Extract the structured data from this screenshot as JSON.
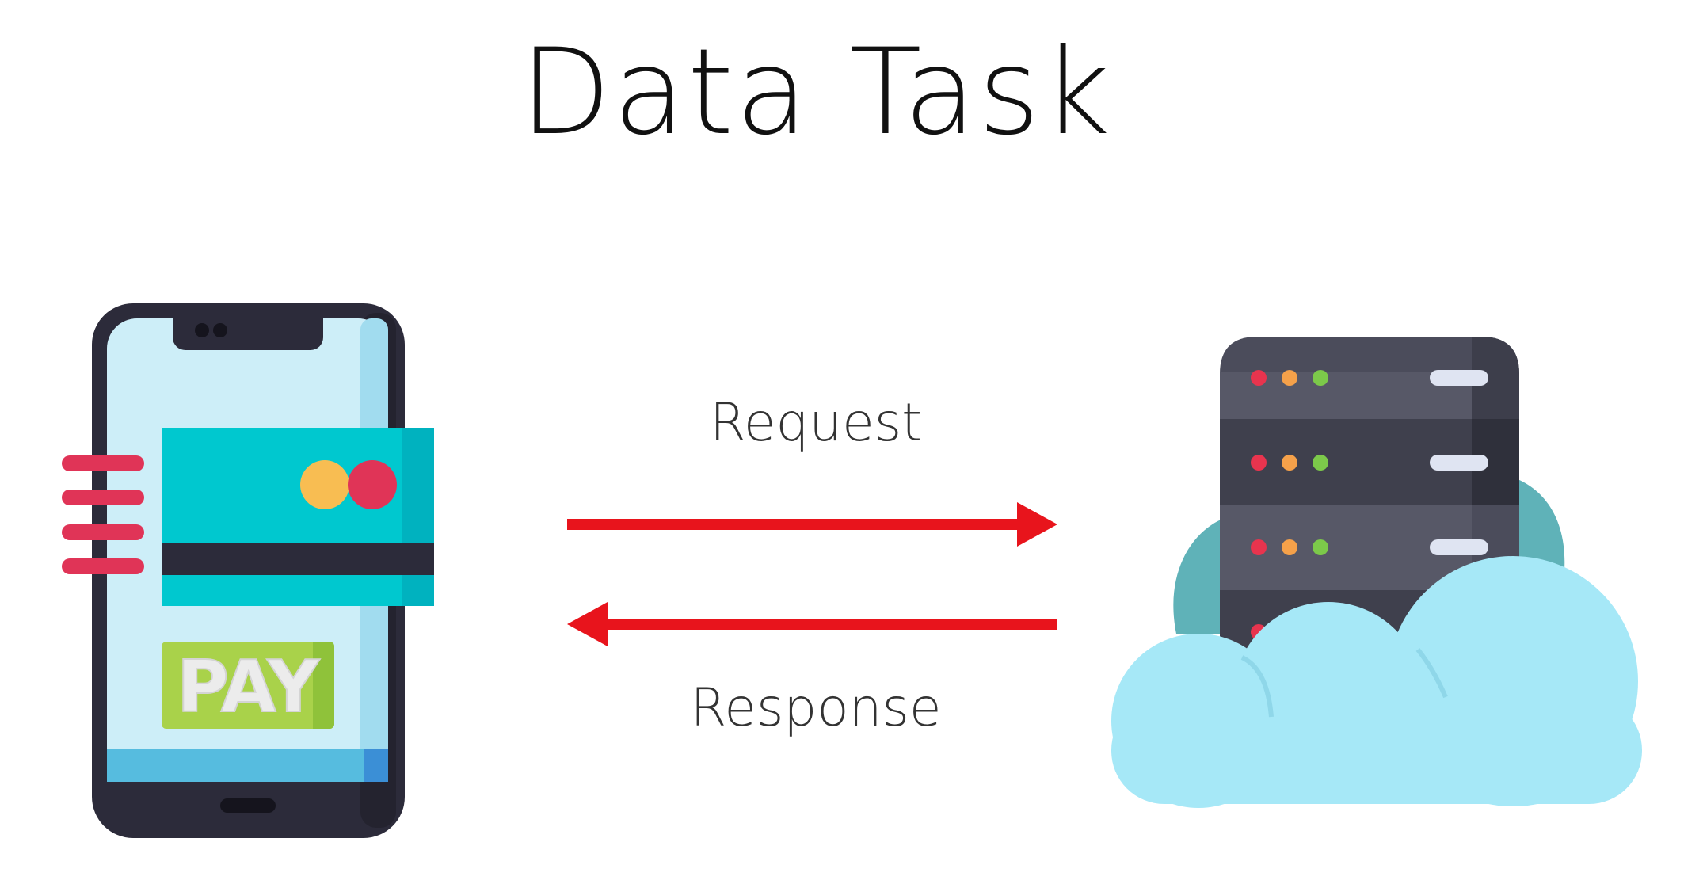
{
  "title": "Data Task",
  "arrows": {
    "request_label": "Request",
    "response_label": "Response",
    "color": "#e8141c"
  },
  "phone": {
    "icon": "phone-payment-icon",
    "button_text": "PAY",
    "card_color": "#00c8cf",
    "screen_color": "#cdeef8",
    "body_color": "#2c2b3a",
    "pay_color": "#a9d24a"
  },
  "server": {
    "icon": "cloud-server-icon",
    "rack_color": "#4b4c5b",
    "cloud_color": "#a6e8f7",
    "led_colors": [
      "#e8344e",
      "#f5a14a",
      "#7cc94a"
    ]
  }
}
